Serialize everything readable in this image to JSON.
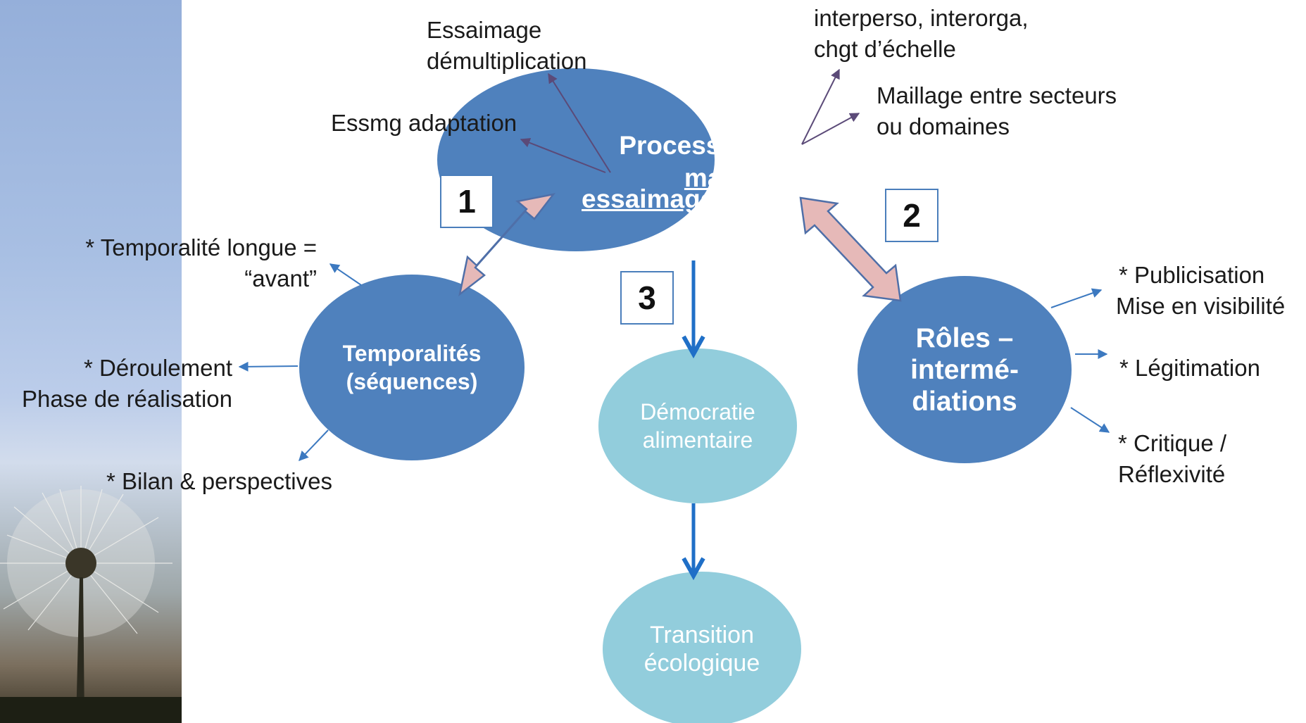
{
  "nodes": {
    "center": {
      "line1": "Processus de",
      "line2": "maillage",
      "line3": "essaimage"
    },
    "left": {
      "line1": "Temporalités",
      "line2": "(séquences)"
    },
    "right": {
      "line1": "Rôles –",
      "line2": "intermé-",
      "line3": "diations"
    },
    "middle": {
      "line1": "Démocratie",
      "line2": "alimentaire"
    },
    "bottom": {
      "line1": "Transition",
      "line2": "écologique"
    }
  },
  "numbers": {
    "n1": "1",
    "n2": "2",
    "n3": "3"
  },
  "labels": {
    "essaimage_demult": {
      "line1": "Essaimage",
      "line2": "démultiplication"
    },
    "essmg_adaptation": "Essmg adaptation",
    "interperso": {
      "line1": "interperso, interorga,",
      "line2": "chgt d’échelle"
    },
    "maillage_secteurs": {
      "line1": "Maillage entre secteurs",
      "line2": "ou domaines"
    },
    "temporalite_longue": {
      "line1": "* Temporalité longue =",
      "line2": "“avant”"
    },
    "deroulement": {
      "line1": "* Déroulement",
      "line2": "Phase de réalisation"
    },
    "bilan": "* Bilan & perspectives",
    "publicisation": {
      "line1": "* Publicisation",
      "line2": "Mise en visibilité"
    },
    "legitimation": "* Légitimation",
    "critique": {
      "line1": "* Critique /",
      "line2": "Réflexivité"
    }
  },
  "colors": {
    "primary_node": "#4f81bd",
    "light_node": "#92cddc",
    "double_arrow_fill": "#e6b9b8",
    "double_arrow_stroke": "#4f6fa8",
    "flow_arrow": "#1f6fc7",
    "thin_arrow_purple": "#5b4a78",
    "thin_arrow_blue": "#3c79c0"
  }
}
